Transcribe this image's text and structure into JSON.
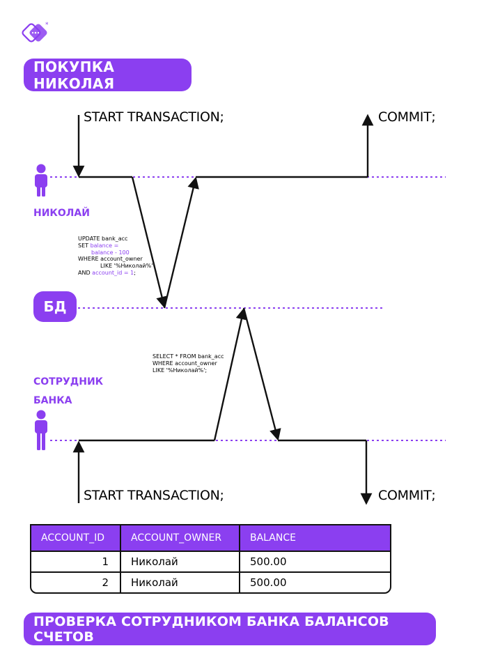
{
  "titles": {
    "top": "ПОКУПКА НИКОЛАЯ",
    "bottom": "ПРОВЕРКА СОТРУДНИКОМ БАНКА БАЛАНСОВ СЧЕТОВ"
  },
  "actors": {
    "nikolai": "НИКОЛАЙ",
    "db": "БД",
    "employee_line1": "СОТРУДНИК",
    "employee_line2": "БАНКА"
  },
  "labels": {
    "start_top": "START TRANSACTION;",
    "commit_top": "COMMIT;",
    "start_bottom": "START TRANSACTION;",
    "commit_bottom": "COMMIT;"
  },
  "code_update": {
    "l1": "UPDATE bank_acc",
    "l2a": "SET ",
    "l2b": "balance =",
    "l3": "balance - 100",
    "l4": "WHERE account_owner",
    "l5": "LIKE '%Николай%'",
    "l6a": "AND ",
    "l6b": "account_id = 1",
    "l6c": ";"
  },
  "code_select": {
    "l1": "SELECT * FROM bank_acc",
    "l2": "WHERE account_owner",
    "l3": "LIKE '%Николай%';"
  },
  "table": {
    "headers": [
      "ACCOUNT_ID",
      "ACCOUNT_OWNER",
      "BALANCE"
    ],
    "rows": [
      [
        "1",
        "Николай",
        "500.00"
      ],
      [
        "2",
        "Николай",
        "500.00"
      ]
    ]
  },
  "colors": {
    "accent": "#8b3ff0",
    "line": "#111111",
    "background": "#ffffff"
  },
  "icons": [
    "logo-icon",
    "person-icon"
  ]
}
